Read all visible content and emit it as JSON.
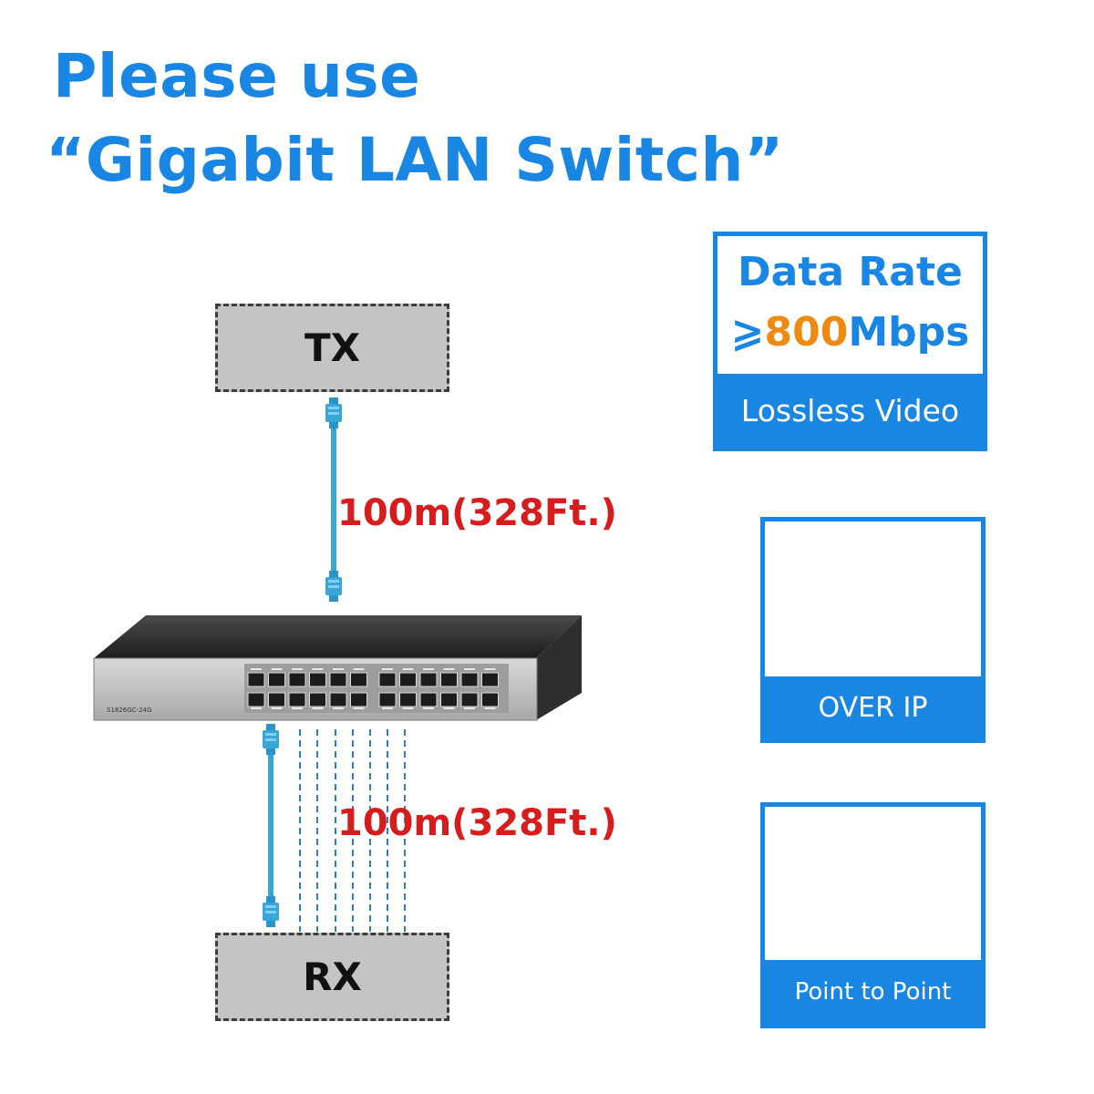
{
  "headline": {
    "line1": "Please use",
    "line2": "“Gigabit LAN Switch”"
  },
  "nodes": {
    "tx": "TX",
    "rx": "RX"
  },
  "distance": {
    "top": "100m(328Ft.)",
    "bottom": "100m(328Ft.)"
  },
  "switch": {
    "model": "S1826GC-24G"
  },
  "features": {
    "data_rate": {
      "title": "Data Rate",
      "symbol": "⩾",
      "number": "800",
      "unit": "Mbps",
      "footer": "Lossless Video"
    },
    "over_ip": {
      "footer": "OVER IP",
      "icon": "network-hub-icon"
    },
    "point_to_point": {
      "footer": "Point to Point",
      "icon": "point-to-point-icon"
    }
  },
  "colors": {
    "brand_blue": "#1a86e3",
    "distance_red": "#d61c1c",
    "rate_orange": "#ee8a12",
    "cable_blue": "#3aa6d8"
  }
}
